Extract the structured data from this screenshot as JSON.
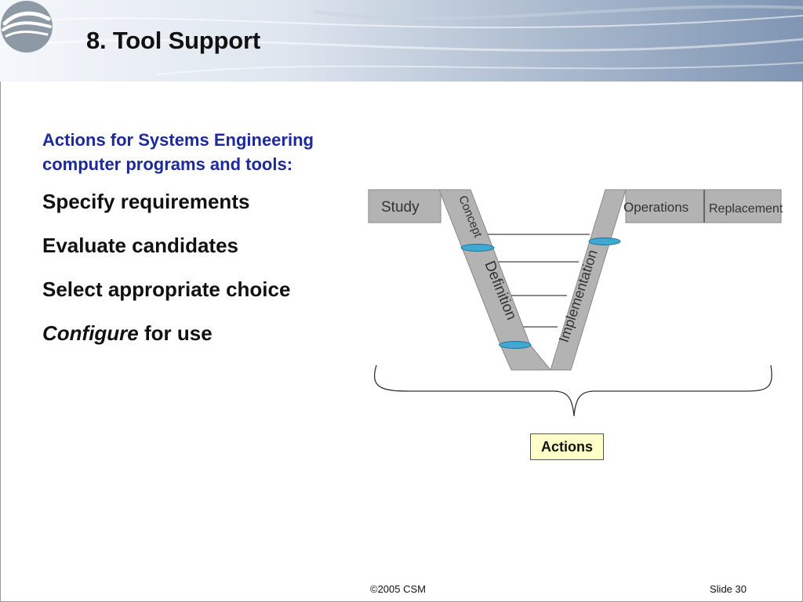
{
  "header": {
    "title": "8. Tool Support",
    "logo_icon": "wave-logo-icon"
  },
  "content": {
    "subtitle": "Actions for Systems Engineering computer programs and tools:",
    "bullets": [
      {
        "text": "Specify requirements"
      },
      {
        "text": "Evaluate candidates"
      },
      {
        "text": "Select appropriate choice"
      },
      {
        "emphasis": "Configure",
        "text": " for use"
      }
    ]
  },
  "diagram": {
    "labels": {
      "study": "Study",
      "concept": "Concept",
      "definition": "Definition",
      "implementation": "Implementation",
      "operations": "Operations",
      "replacement": "Replacement"
    },
    "actions_label": "Actions"
  },
  "footer": {
    "copyright": "©2005 CSM",
    "slide": "Slide 30"
  },
  "colors": {
    "title_text": "#111111",
    "subtitle_text": "#1c2a9c",
    "v_band": "#b3b3b3",
    "ellipse": "#3fa9d4",
    "actions_fill": "#ffffc8"
  }
}
